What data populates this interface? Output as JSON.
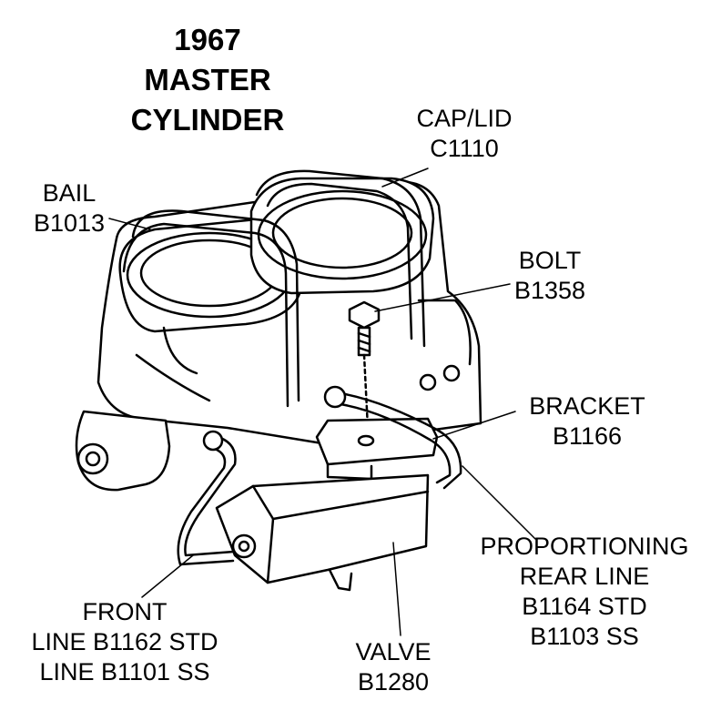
{
  "title": {
    "line1": "1967",
    "line2": "MASTER",
    "line3": "CYLINDER"
  },
  "callouts": {
    "cap_lid": {
      "name": "CAP/LID",
      "part": "C1110"
    },
    "bail": {
      "name": "BAIL",
      "part": "B1013"
    },
    "bolt": {
      "name": "BOLT",
      "part": "B1358"
    },
    "bracket": {
      "name": "BRACKET",
      "part": "B1166"
    },
    "proportioning": {
      "line1": "PROPORTIONING",
      "line2": "REAR LINE",
      "line3": "B1164 STD",
      "line4": "B1103 SS"
    },
    "front": {
      "line1": "FRONT",
      "line2": "LINE B1162 STD",
      "line3": "LINE B1101 SS"
    },
    "valve": {
      "name": "VALVE",
      "part": "B1280"
    }
  }
}
